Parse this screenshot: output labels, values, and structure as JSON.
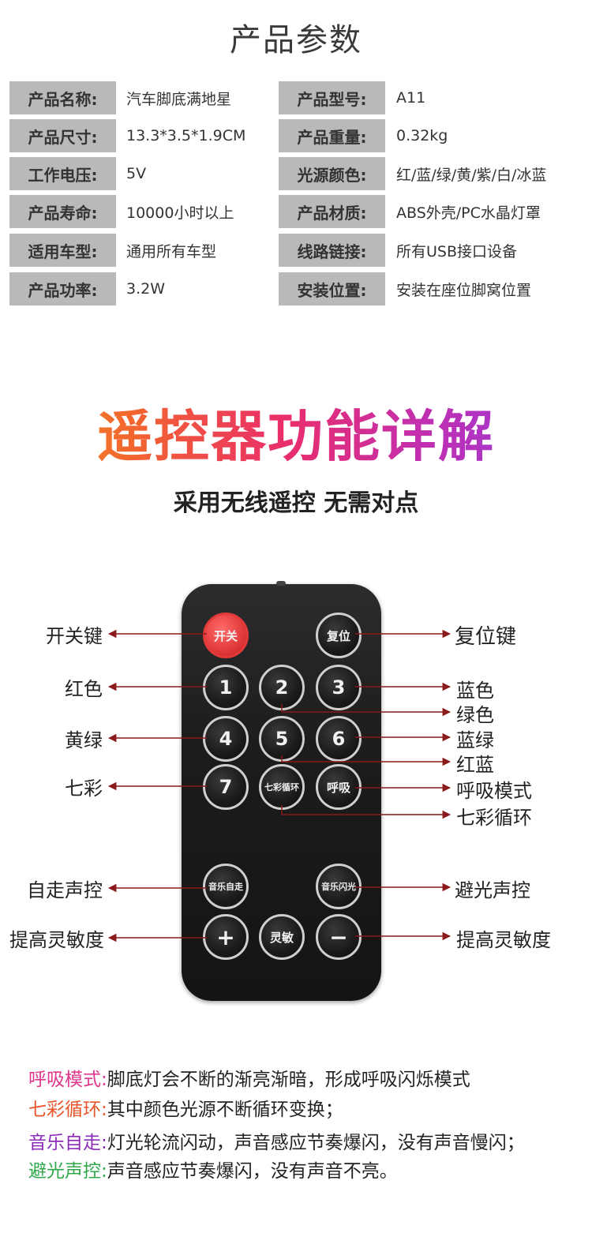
{
  "specs": {
    "title": "产品参数",
    "rows": [
      {
        "l1": "产品名称:",
        "v1": "汽车脚底满地星",
        "l2": "产品型号:",
        "v2": "A11"
      },
      {
        "l1": "产品尺寸:",
        "v1": "13.3*3.5*1.9CM",
        "l2": "产品重量:",
        "v2": "0.32kg"
      },
      {
        "l1": "工作电压:",
        "v1": "5V",
        "l2": "光源颜色:",
        "v2": "红/蓝/绿/黄/紫/白/冰蓝"
      },
      {
        "l1": "产品寿命:",
        "v1": "10000小时以上",
        "l2": "产品材质:",
        "v2": "ABS外壳/PC水晶灯罩"
      },
      {
        "l1": "适用车型:",
        "v1": "通用所有车型",
        "l2": "线路链接:",
        "v2": "所有USB接口设备"
      },
      {
        "l1": "产品功率:",
        "v1": "3.2W",
        "l2": "安装位置:",
        "v2": "安装在座位脚窝位置"
      }
    ]
  },
  "remote_section": {
    "heading": "遥控器功能详解",
    "subheading": "采用无线遥控 无需对点",
    "buttons": {
      "power": "开关",
      "reset": "复位",
      "b1": "1",
      "b2": "2",
      "b3": "3",
      "b4": "4",
      "b5": "5",
      "b6": "6",
      "b7": "7",
      "cycle": "七彩循环",
      "breath": "呼吸",
      "music_auto": "音乐自走",
      "music_flash": "音乐闪光",
      "plus": "+",
      "sens": "灵敏",
      "minus": "−"
    },
    "callouts": {
      "power": "开关键",
      "reset": "复位键",
      "red": "红色",
      "blue": "蓝色",
      "green": "绿色",
      "yellow_green": "黄绿",
      "blue_green": "蓝绿",
      "red_blue": "红蓝",
      "seven_color": "七彩",
      "breath_mode": "呼吸模式",
      "seven_cycle": "七彩循环",
      "auto_sound": "自走声控",
      "avoid_sound": "避光声控",
      "sens_up_left": "提高灵敏度",
      "sens_up_right": "提高灵敏度"
    },
    "colors": {
      "arrow": "#8b1a1a",
      "heading_start": "#f59a2e",
      "heading_end": "#8d3ee3"
    }
  },
  "notes": [
    {
      "key": "呼吸模式:",
      "text": "脚底灯会不断的渐亮渐暗，形成呼吸闪烁模式",
      "color": "#e0368c"
    },
    {
      "key": "七彩循环:",
      "text": "其中颜色光源不断循环变换；",
      "color": "#e8552a"
    },
    {
      "key": "音乐自走:",
      "text": "灯光轮流闪动，声音感应节奏爆闪，没有声音慢闪；",
      "color": "#8a2bb8"
    },
    {
      "key": "避光声控:",
      "text": "声音感应节奏爆闪，没有声音不亮。",
      "color": "#2ea84a"
    }
  ]
}
